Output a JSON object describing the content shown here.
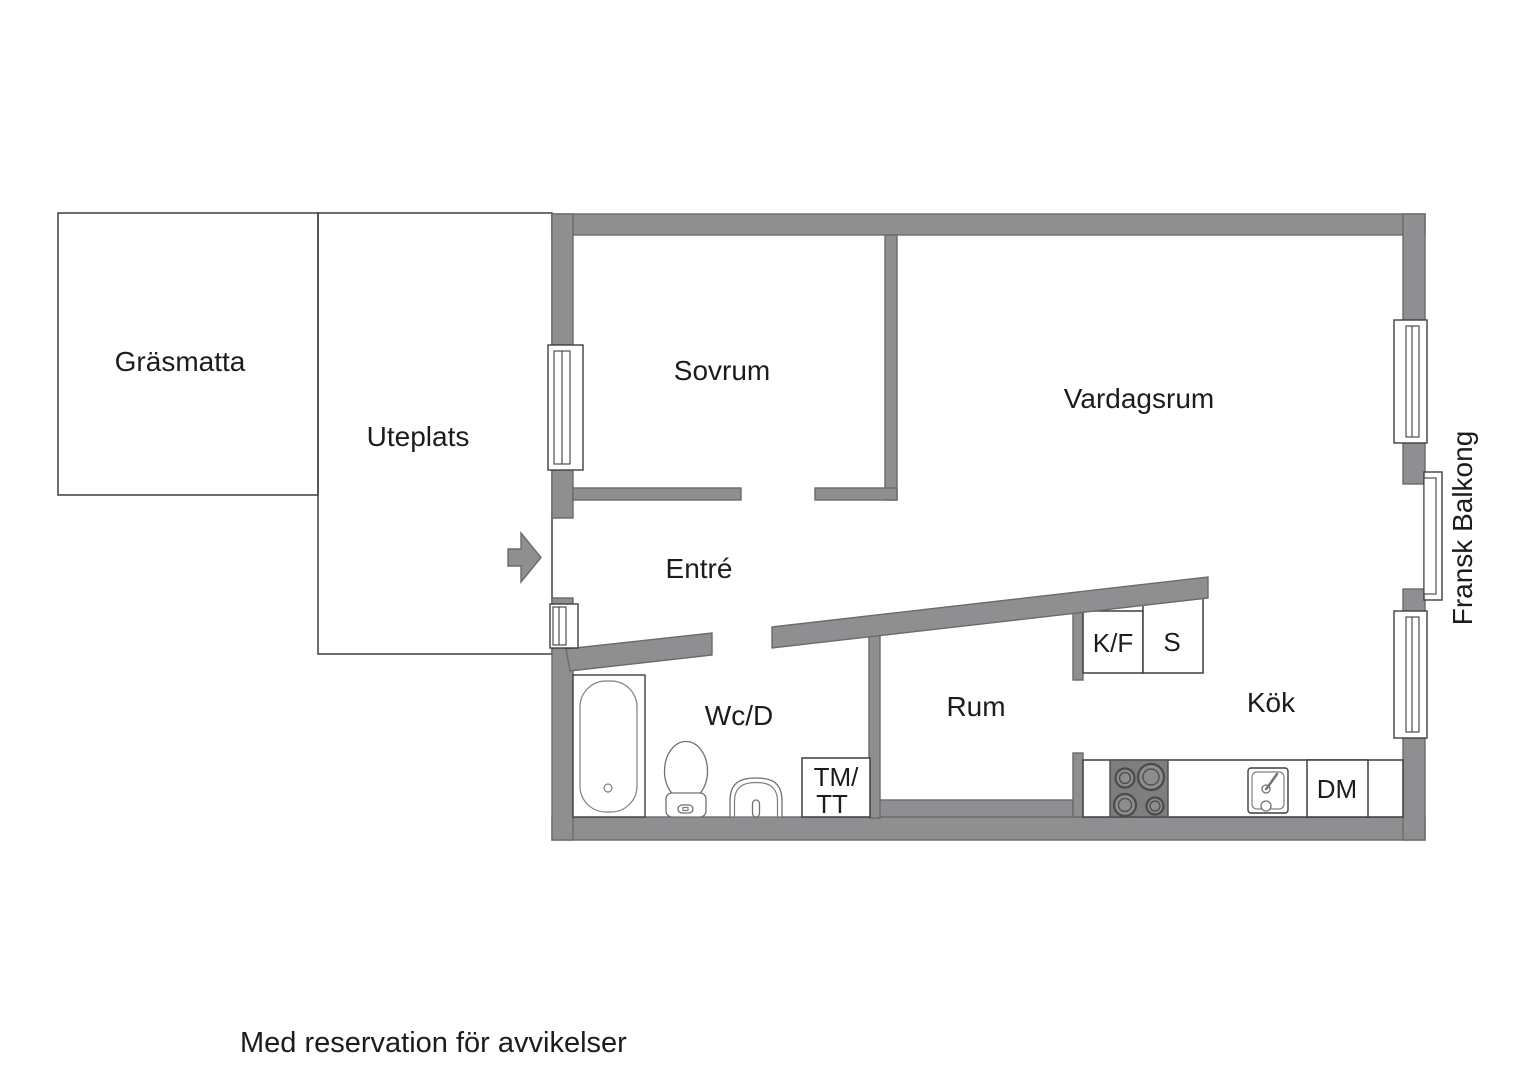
{
  "plan": {
    "rooms": {
      "grasmatta": "Gräsmatta",
      "uteplats": "Uteplats",
      "sovrum": "Sovrum",
      "vardagsrum": "Vardagsrum",
      "entre": "Entré",
      "wcd": "Wc/D",
      "rum": "Rum",
      "kok": "Kök"
    },
    "appliances": {
      "kf": "K/F",
      "s": "S",
      "dm": "DM",
      "tmtt_line1": "TM/",
      "tmtt_line2": "TT"
    },
    "annotations": {
      "fransk_balkong": "Fransk Balkong",
      "footer": "Med reservation för avvikelser"
    },
    "colors": {
      "wall": "#8F8F91",
      "wall_outline": "#6A6A6C",
      "line": "#3E3E40",
      "text": "#1C1C1C",
      "stove": "#7E7E7E",
      "background": "#FFFFFF"
    }
  }
}
